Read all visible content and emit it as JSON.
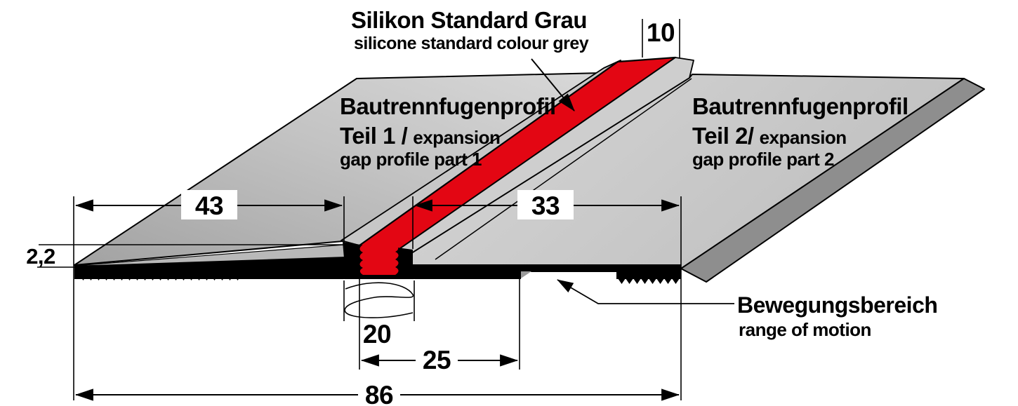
{
  "annotations": {
    "silicone_title_de": "Silikon Standard Grau",
    "silicone_title_en": "silicone standard colour grey",
    "motion_de": "Bewegungsbereich",
    "motion_en": "range of motion"
  },
  "parts": {
    "part1": {
      "name": "Bautrennfugenprofil",
      "variant": "Teil 1 /",
      "variant_en": "expansion",
      "subtitle_en": "gap profile part 1"
    },
    "part2": {
      "name": "Bautrennfugenprofil",
      "variant": "Teil 2/",
      "variant_en": "expansion",
      "subtitle_en": "gap profile part 2"
    }
  },
  "dimensions_mm": {
    "silicone_width": "10",
    "part1_visible_width": "43",
    "part2_visible_width": "33",
    "profile_height": "2,2",
    "movement_range": "20",
    "overlap": "25",
    "total_width": "86"
  },
  "colors": {
    "silicone_red": "#e30613",
    "plate_gray": "#c9c9c9",
    "edge_dark_gray": "#8e8e8e",
    "outline_black": "#000000",
    "background": "#ffffff"
  }
}
